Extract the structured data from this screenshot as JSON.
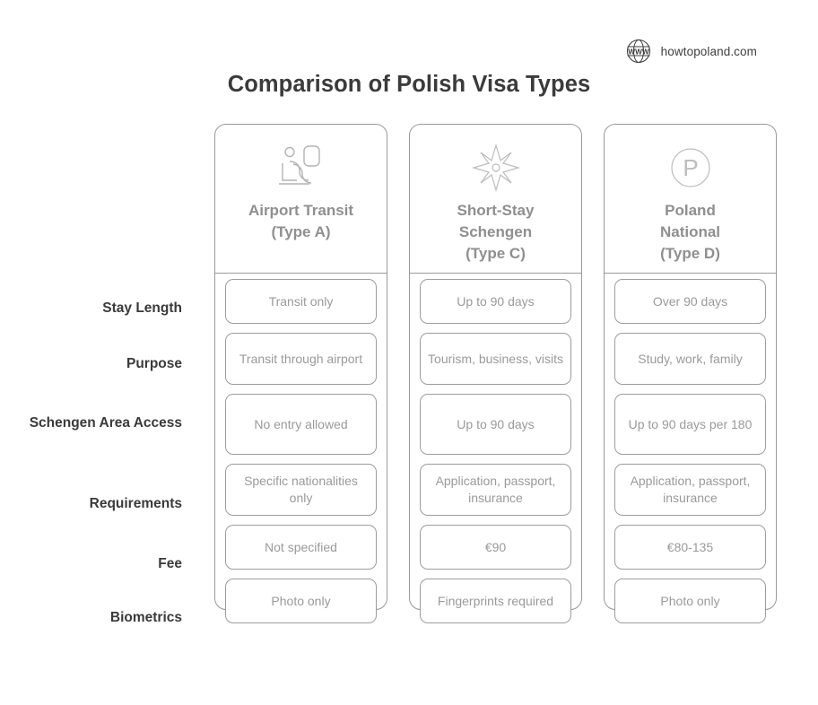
{
  "brand": {
    "icon": "globe-www-icon",
    "text": "howtopoland.com"
  },
  "title": "Comparison of Polish Visa Types",
  "row_labels": [
    "Stay Length",
    "Purpose",
    "Schengen Area Access",
    "Requirements",
    "Fee",
    "Biometrics"
  ],
  "columns": [
    {
      "icon": "airport-seat-passenger-icon",
      "title_line1": "Airport Transit",
      "title_line2": "(Type A)",
      "title_line3": "",
      "values": [
        "Transit only",
        "Transit through airport",
        "No entry allowed",
        "Specific nationalities only",
        "Not specified",
        "Photo only"
      ]
    },
    {
      "icon": "eight-point-star-icon",
      "title_line1": "Short-Stay",
      "title_line2": "Schengen",
      "title_line3": "(Type C)",
      "values": [
        "Up to 90 days",
        "Tourism, business, visits",
        "Up to 90 days",
        "Application, passport, insurance",
        "€90",
        "Fingerprints required"
      ]
    },
    {
      "icon": "circled-p-icon",
      "title_line1": "Poland",
      "title_line2": "National",
      "title_line3": "(Type D)",
      "values": [
        "Over 90 days",
        "Study, work, family",
        "Up to 90 days per 180",
        "Application, passport, insurance",
        "€80-135",
        "Photo only"
      ]
    }
  ],
  "colors": {
    "background": "#ffffff",
    "title_text": "#3b3b3b",
    "row_label_text": "#3a3a3a",
    "cell_text": "#9a9a9a",
    "column_title_text": "#8f8f8f",
    "border": "#9a9a9a",
    "icon_stroke": "#b4b4b4"
  }
}
